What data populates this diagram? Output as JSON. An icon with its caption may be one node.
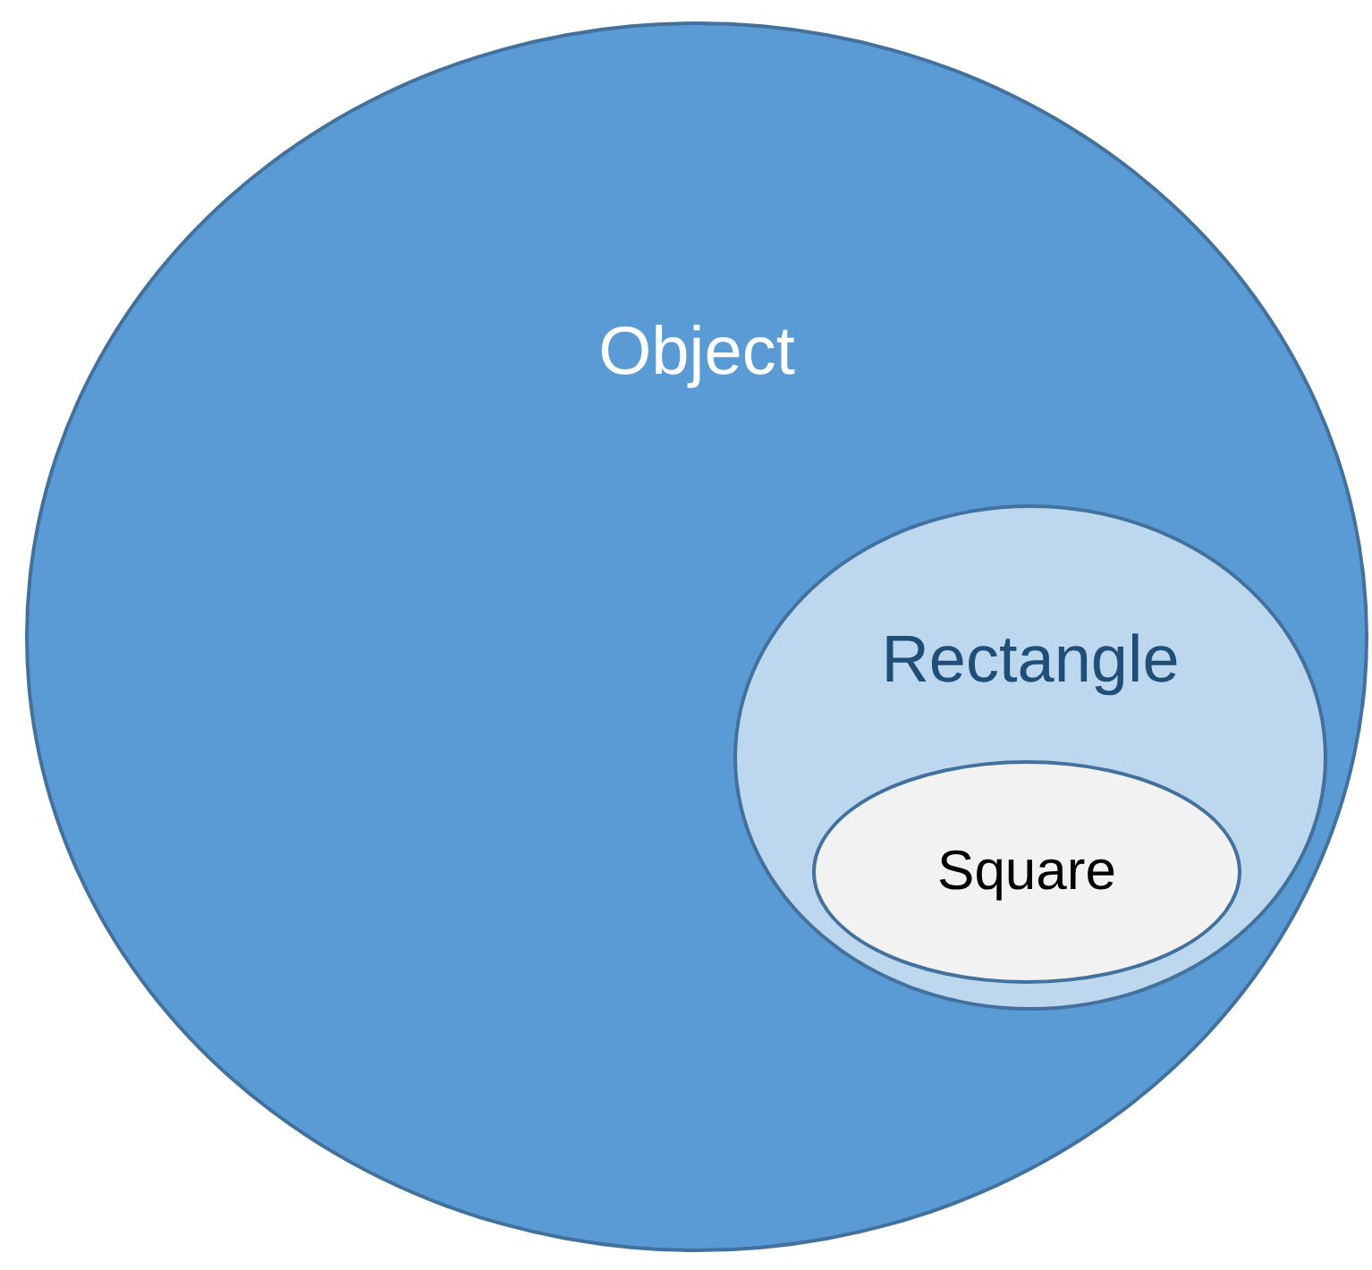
{
  "diagram": {
    "nodes": [
      {
        "text": [
          "Object"
        ]
      },
      {
        "text": [
          "Rectangle"
        ],
        "in": 0
      },
      {
        "text": [
          "Square"
        ],
        "in": 1
      }
    ]
  }
}
